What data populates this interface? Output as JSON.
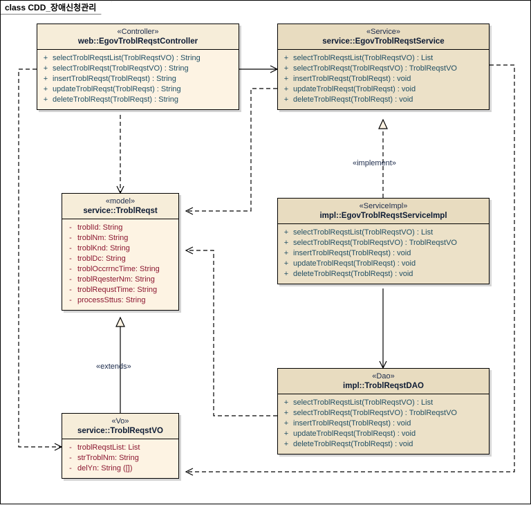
{
  "diagram": {
    "title": "class CDD_장애신청관리",
    "kind": "uml-class-diagram"
  },
  "classes": [
    {
      "id": "controller",
      "stereotype": "«Controller»",
      "name": "web::EgovTroblReqstController",
      "members": [
        {
          "vis": "+",
          "text": "selectTroblReqstList(TroblReqstVO) : String",
          "kind": "op"
        },
        {
          "vis": "+",
          "text": "selectTroblReqst(TroblReqstVO) : String",
          "kind": "op"
        },
        {
          "vis": "+",
          "text": "insertTroblReqst(TroblReqst) : String",
          "kind": "op"
        },
        {
          "vis": "+",
          "text": "updateTroblReqst(TroblReqst) : String",
          "kind": "op"
        },
        {
          "vis": "+",
          "text": "deleteTroblReqst(TroblReqst) : String",
          "kind": "op"
        }
      ]
    },
    {
      "id": "service",
      "stereotype": "«Service»",
      "name": "service::EgovTroblReqstService",
      "members": [
        {
          "vis": "+",
          "text": "selectTroblReqstList(TroblReqstVO) : List",
          "kind": "op"
        },
        {
          "vis": "+",
          "text": "selectTroblReqst(TroblReqstVO) : TroblReqstVO",
          "kind": "op"
        },
        {
          "vis": "+",
          "text": "insertTroblReqst(TroblReqst) : void",
          "kind": "op"
        },
        {
          "vis": "+",
          "text": "updateTroblReqst(TroblReqst) : void",
          "kind": "op"
        },
        {
          "vis": "+",
          "text": "deleteTroblReqst(TroblReqst) : void",
          "kind": "op"
        }
      ]
    },
    {
      "id": "model",
      "stereotype": "«model»",
      "name": "service::TroblReqst",
      "members": [
        {
          "vis": "-",
          "text": "troblId:  String",
          "kind": "attr"
        },
        {
          "vis": "-",
          "text": "troblNm:  String",
          "kind": "attr"
        },
        {
          "vis": "-",
          "text": "troblKnd:  String",
          "kind": "attr"
        },
        {
          "vis": "-",
          "text": "troblDc:  String",
          "kind": "attr"
        },
        {
          "vis": "-",
          "text": "troblOccrrncTime:  String",
          "kind": "attr"
        },
        {
          "vis": "-",
          "text": "troblRqesterNm:  String",
          "kind": "attr"
        },
        {
          "vis": "-",
          "text": "troblRequstTime:  String",
          "kind": "attr"
        },
        {
          "vis": "-",
          "text": "processSttus:  String",
          "kind": "attr"
        }
      ]
    },
    {
      "id": "serviceimpl",
      "stereotype": "«ServiceImpl»",
      "name": "impl::EgovTroblReqstServiceImpl",
      "members": [
        {
          "vis": "+",
          "text": "selectTroblReqstList(TroblReqstVO) : List",
          "kind": "op"
        },
        {
          "vis": "+",
          "text": "selectTroblReqst(TroblReqstVO) : TroblReqstVO",
          "kind": "op"
        },
        {
          "vis": "+",
          "text": "insertTroblReqst(TroblReqst) : void",
          "kind": "op"
        },
        {
          "vis": "+",
          "text": "updateTroblReqst(TroblReqst) : void",
          "kind": "op"
        },
        {
          "vis": "+",
          "text": "deleteTroblReqst(TroblReqst) : void",
          "kind": "op"
        }
      ]
    },
    {
      "id": "dao",
      "stereotype": "«Dao»",
      "name": "impl::TroblReqstDAO",
      "members": [
        {
          "vis": "+",
          "text": "selectTroblReqstList(TroblReqstVO) : List",
          "kind": "op"
        },
        {
          "vis": "+",
          "text": "selectTroblReqst(TroblReqstVO) : TroblReqstVO",
          "kind": "op"
        },
        {
          "vis": "+",
          "text": "insertTroblReqst(TroblReqst) : void",
          "kind": "op"
        },
        {
          "vis": "+",
          "text": "updateTroblReqst(TroblReqst) : void",
          "kind": "op"
        },
        {
          "vis": "+",
          "text": "deleteTroblReqst(TroblReqst) : void",
          "kind": "op"
        }
      ]
    },
    {
      "id": "vo",
      "stereotype": "«Vo»",
      "name": "service::TroblReqstVO",
      "members": [
        {
          "vis": "-",
          "text": "troblReqstList:  List",
          "kind": "attr"
        },
        {
          "vis": "-",
          "text": "strTroblNm:  String",
          "kind": "attr"
        },
        {
          "vis": "-",
          "text": "delYn:  String ([])",
          "kind": "attr"
        }
      ]
    }
  ],
  "edge_labels": {
    "implement": "«implement»",
    "extends": "«extends»"
  },
  "colors": {
    "class_fill": "#fdf3e3",
    "class_fill_tan": "#ece1c8",
    "header_fill": "#f6edd9",
    "operation_text": "#1f4e63",
    "attribute_text": "#8b1630",
    "class_name_text": "#0c1a33",
    "line": "#000000",
    "background": "#ffffff"
  }
}
